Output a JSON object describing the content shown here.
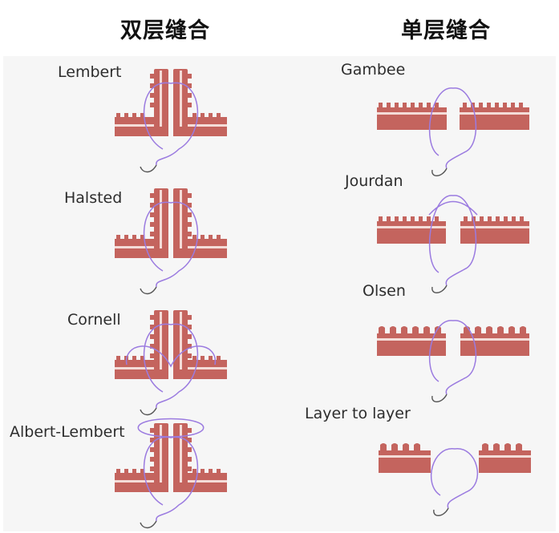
{
  "headings": {
    "double_layer": "双层缝合",
    "single_layer": "单层缝合"
  },
  "double_layer": {
    "items": [
      {
        "label": "Lembert"
      },
      {
        "label": "Halsted"
      },
      {
        "label": "Cornell"
      },
      {
        "label": "Albert-Lembert"
      }
    ]
  },
  "single_layer": {
    "items": [
      {
        "label": "Gambee"
      },
      {
        "label": "Jourdan"
      },
      {
        "label": "Olsen"
      },
      {
        "label": "Layer to layer"
      }
    ]
  },
  "colors": {
    "tissue": "#c4645e",
    "tissue_outline": "#a94b46",
    "inner_layer": "#f4dcd8",
    "suture": "#9b7be0",
    "thread_tail": "#555555"
  }
}
